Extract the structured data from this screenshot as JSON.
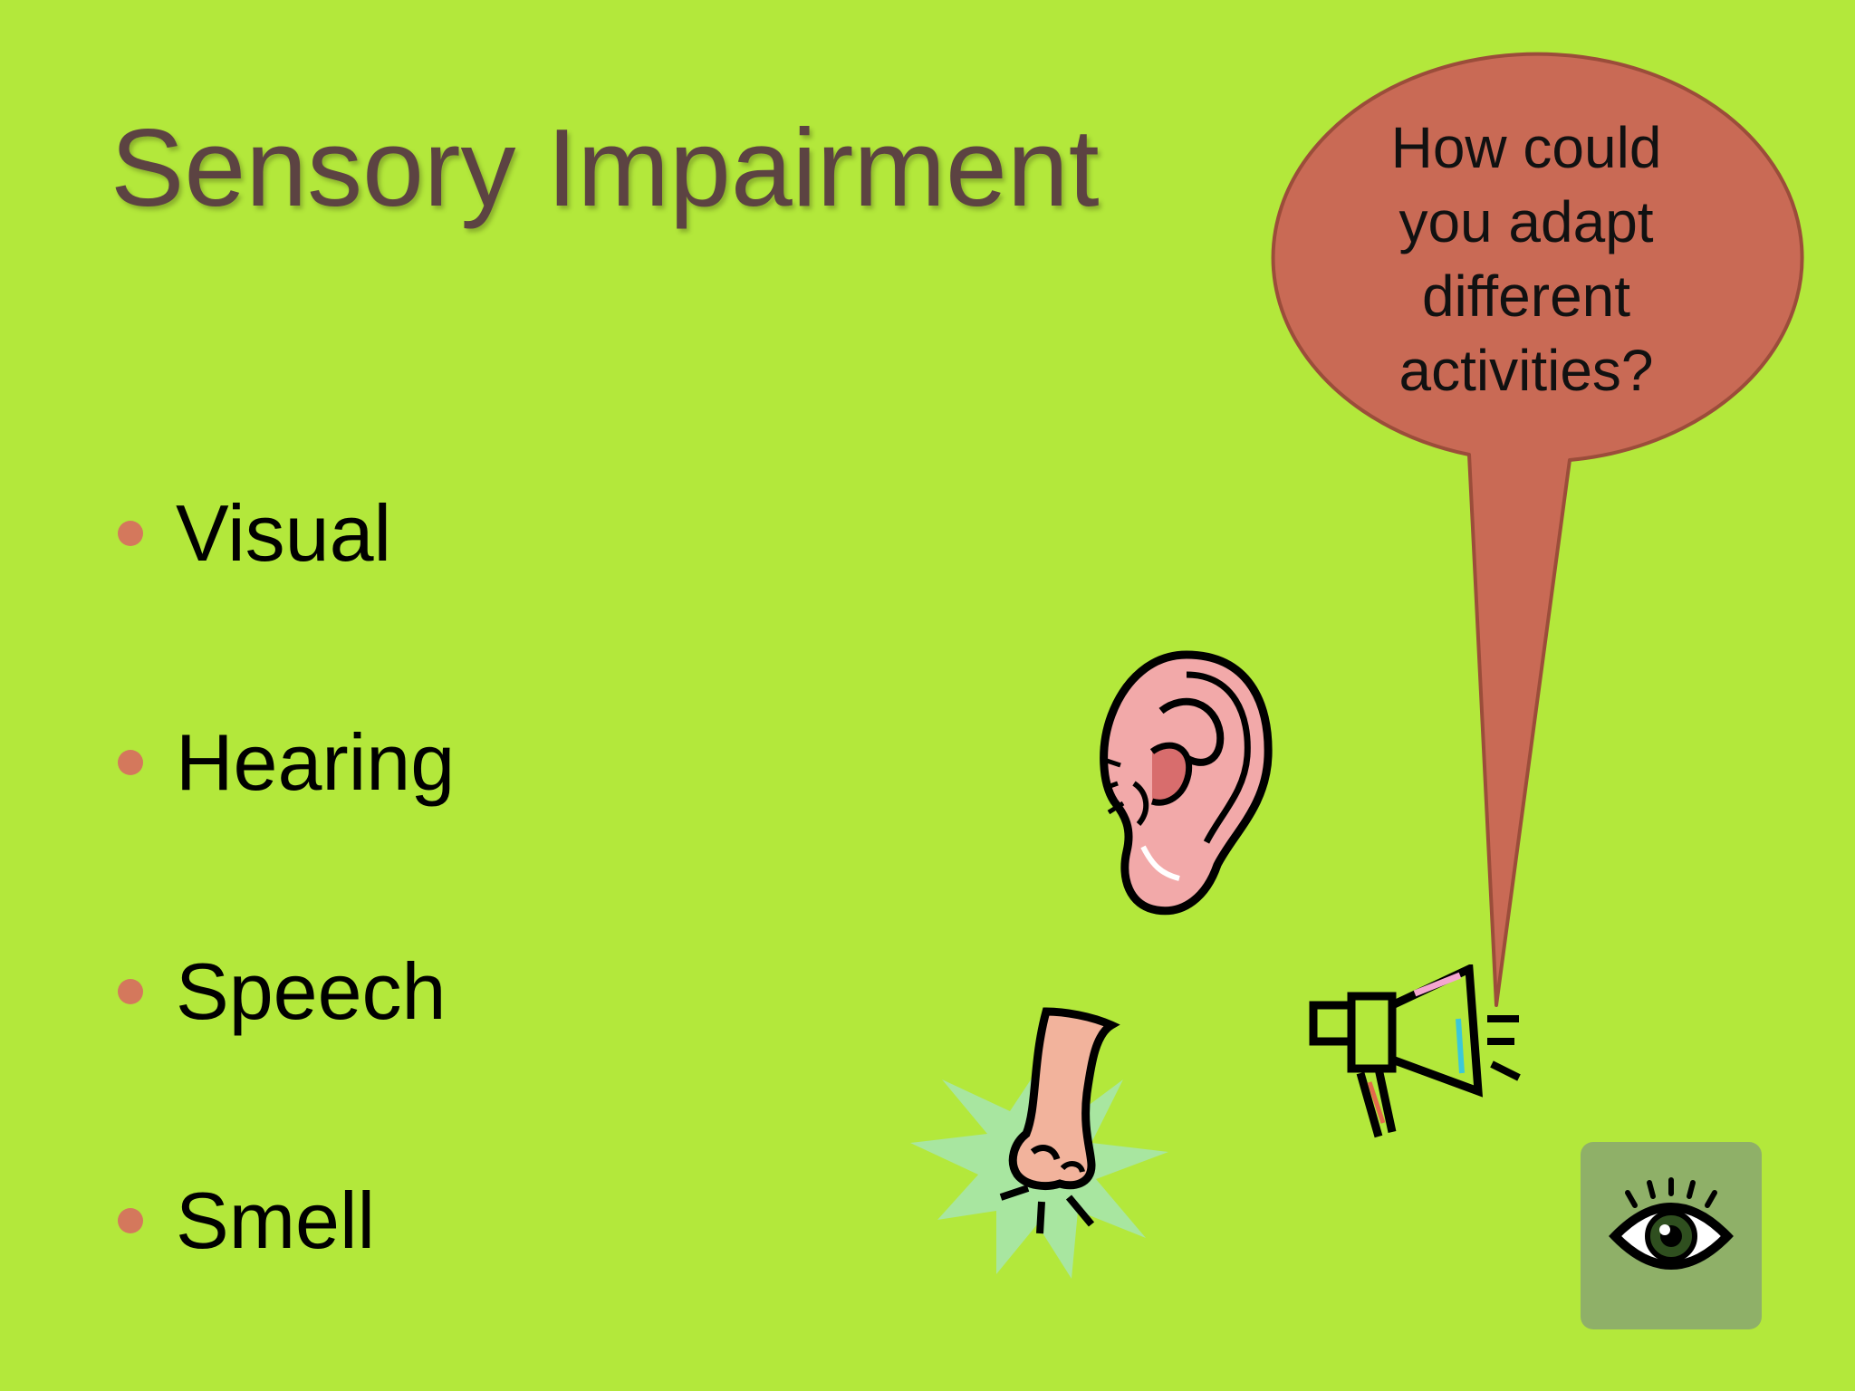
{
  "slide": {
    "title": "Sensory Impairment",
    "background_color": "#b3e83b",
    "title_color": "#5c4342",
    "bullet_color": "#d4785c",
    "bullets": [
      {
        "label": "Visual"
      },
      {
        "label": "Hearing"
      },
      {
        "label": "Speech"
      },
      {
        "label": "Smell"
      }
    ],
    "speech_bubble": {
      "lines": [
        "How could",
        "you adapt",
        "different",
        "activities?"
      ],
      "fill_color": "#c96a55",
      "border_color": "#9b4d3a"
    },
    "clipart": {
      "ear": "ear-icon",
      "nose": "nose-icon",
      "megaphone": "megaphone-icon"
    },
    "action_button": {
      "icon": "eye-icon",
      "color": "#8fb068"
    }
  }
}
